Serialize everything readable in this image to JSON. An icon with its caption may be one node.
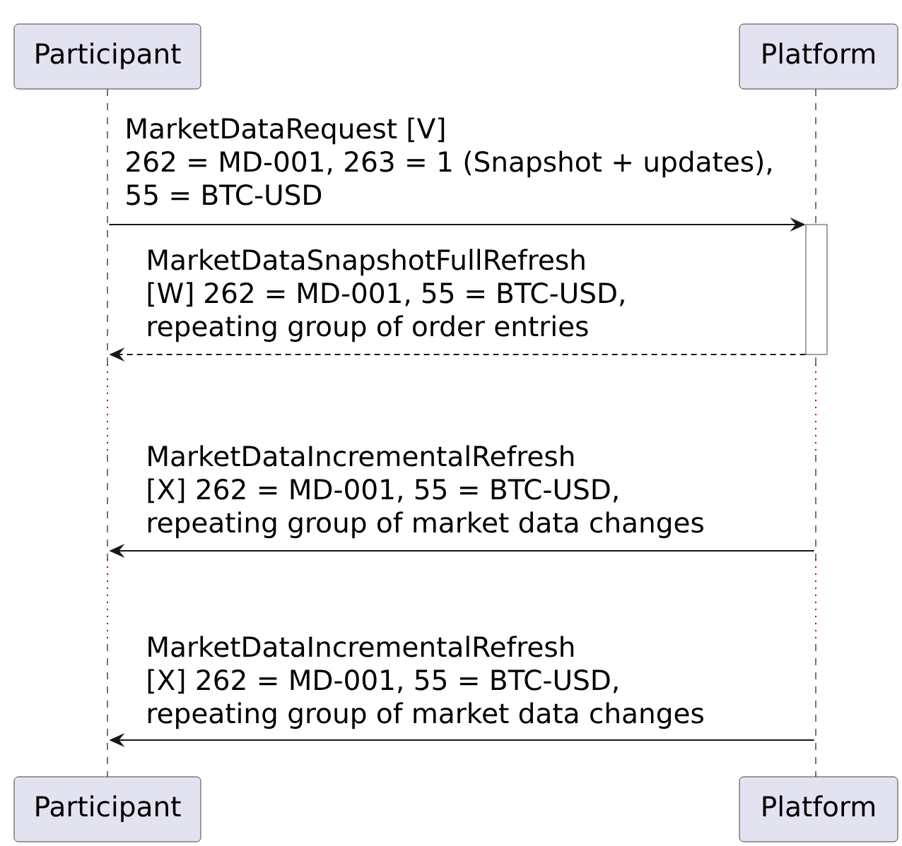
{
  "diagram": {
    "nodes": [
      {
        "text": [
          "Participant"
        ]
      },
      {
        "text": [
          "Platform"
        ]
      },
      {
        "text": [],
        "shape": "line"
      },
      {
        "text": [],
        "shape": "line"
      },
      {
        "text": [],
        "shape": "bar"
      },
      {
        "text": [
          "Participant"
        ]
      },
      {
        "text": [
          "Platform"
        ]
      }
    ],
    "edges": [
      {
        "from": 2,
        "to": 4,
        "arrow": "to",
        "label": "MarketDataRequest [V] 262 = MD-001, 263 = 1 (Snapshot + updates), 55 = BTC-USD"
      },
      {
        "from": 4,
        "to": 2,
        "arrow": "to",
        "style": "dashed",
        "label": "MarketDataSnapshotFullRefresh [W] 262 = MD-001, 55 = BTC-USD, repeating group of order entries"
      },
      {
        "from": 3,
        "to": 2,
        "arrow": "to",
        "label": "MarketDataIncrementalRefresh [X] 262 = MD-001, 55 = BTC-USD, repeating group of market data changes"
      },
      {
        "from": 3,
        "to": 2,
        "arrow": "to",
        "label": "MarketDataIncrementalRefresh [X] 262 = MD-001, 55 = BTC-USD, repeating group of market data changes"
      }
    ]
  }
}
